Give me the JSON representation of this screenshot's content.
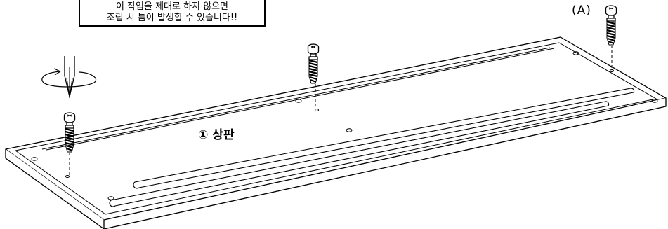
{
  "warning": {
    "line1": "이 작업을 제대로 하지 않으면",
    "line2": "조립 시 틈이 발생할 수 있습니다!!"
  },
  "labels": {
    "part_a": "(A)",
    "top_panel": "① 상판"
  },
  "colors": {
    "line": "#000000",
    "background": "#ffffff"
  },
  "icons": [
    "screwdriver-icon",
    "rotation-arrow-icon",
    "cam-bolt-icon"
  ]
}
